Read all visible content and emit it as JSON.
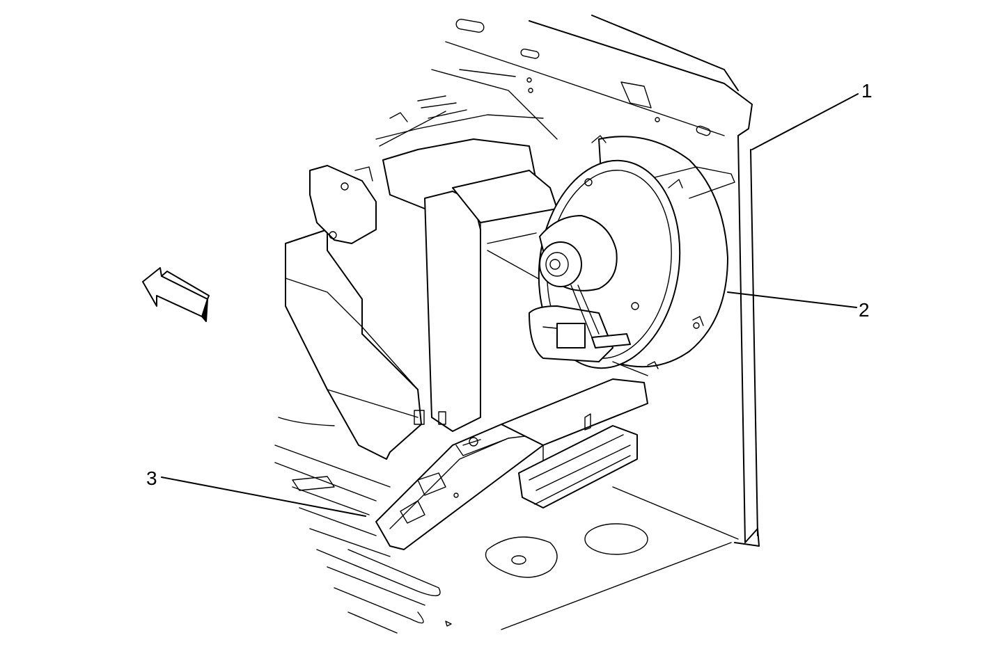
{
  "diagram": {
    "callouts": [
      {
        "id": "1",
        "label": "1"
      },
      {
        "id": "2",
        "label": "2"
      },
      {
        "id": "3",
        "label": "3"
      }
    ],
    "icons": {
      "direction_arrow": "forward-arrow-icon"
    },
    "colors": {
      "line": "#000000",
      "background": "#ffffff"
    }
  }
}
